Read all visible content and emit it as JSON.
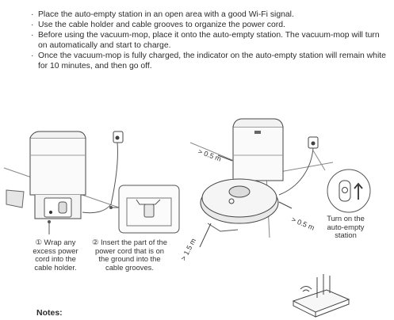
{
  "instructions": [
    "Place the auto-empty station in an open area with a good Wi-Fi signal.",
    "Use the cable holder and cable grooves to organize the power cord.",
    "Before using the vacuum-mop, place it onto the auto-empty station. The vacuum-mop will turn on automatically and start to charge.",
    "Once the vacuum-mop is fully charged, the indicator on the auto-empty station will remain white for 10 minutes, and then go off."
  ],
  "captions": {
    "wrap": "① Wrap any excess power cord into the cable holder.",
    "insert": "② Insert the part of the power cord that is on the ground into the cable grooves.",
    "turn_on": "Turn on the auto-empty station"
  },
  "distances": {
    "back": "> 0.5 m",
    "side": "> 0.5 m",
    "front": "> 1.5 m"
  },
  "notes_label": "Notes:"
}
